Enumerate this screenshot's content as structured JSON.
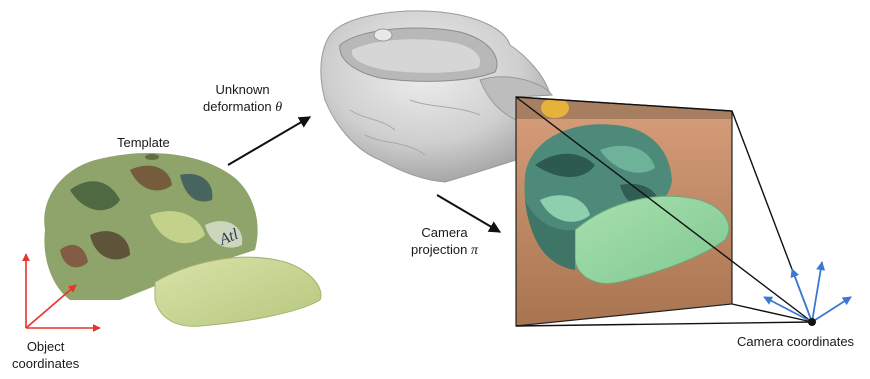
{
  "labels": {
    "template": "Template",
    "deformation_line1": "Unknown",
    "deformation_line2_text": "deformation ",
    "deformation_symbol": "θ",
    "camera_proj_line1": "Camera",
    "camera_proj_line2_text": "projection ",
    "camera_proj_symbol": "π",
    "object_coords_line1": "Object",
    "object_coords_line2": "coordinates",
    "camera_coords": "Camera coordinates"
  },
  "colors": {
    "object_axes": "#e8322a",
    "camera_axes": "#3a78d6",
    "arrows": "#111111",
    "deformed_mesh": "#c8c8c8",
    "cap_green": "#c9d79a",
    "photo_table": "#b98566"
  }
}
